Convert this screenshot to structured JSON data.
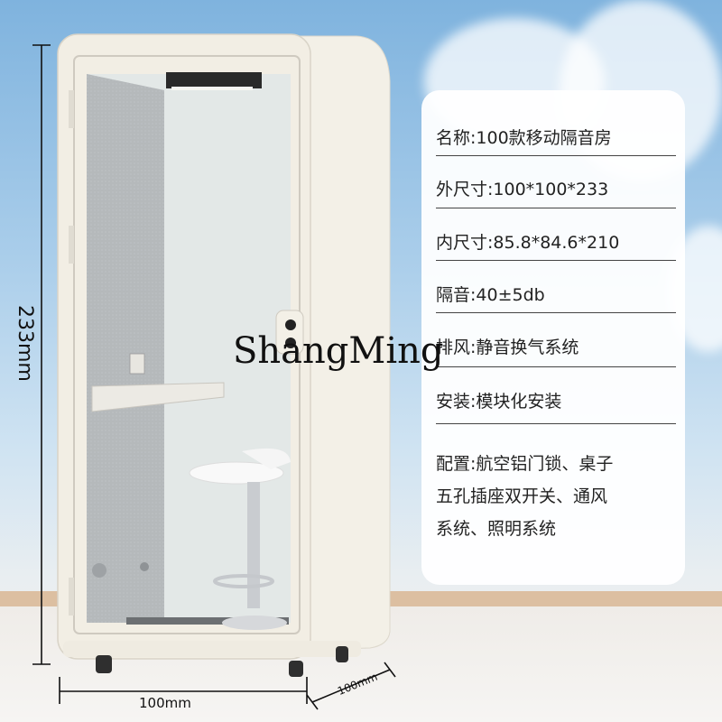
{
  "product_specs": {
    "name": "名称:100款移动隔音房",
    "outer_size": "外尺寸:100*100*233",
    "inner_size": "内尺寸:85.8*84.6*210",
    "sound_insulation": "隔音:40±5db",
    "ventilation": "排风:静音换气系统",
    "installation": "安装:模块化安装",
    "configuration": [
      "配置:航空铝门锁、桌子",
      "五孔插座双开关、通风",
      "系统、照明系统"
    ]
  },
  "dimensions": {
    "height_label": "233mm",
    "width_label": "100mm",
    "depth_label": "100mm"
  },
  "watermark": "ShangMing",
  "colors": {
    "booth_frame": "#f1ede3",
    "felt_panel": "#b9bdbf",
    "sky": "#a9cdea",
    "wall_trim": "#dcbfa1"
  }
}
